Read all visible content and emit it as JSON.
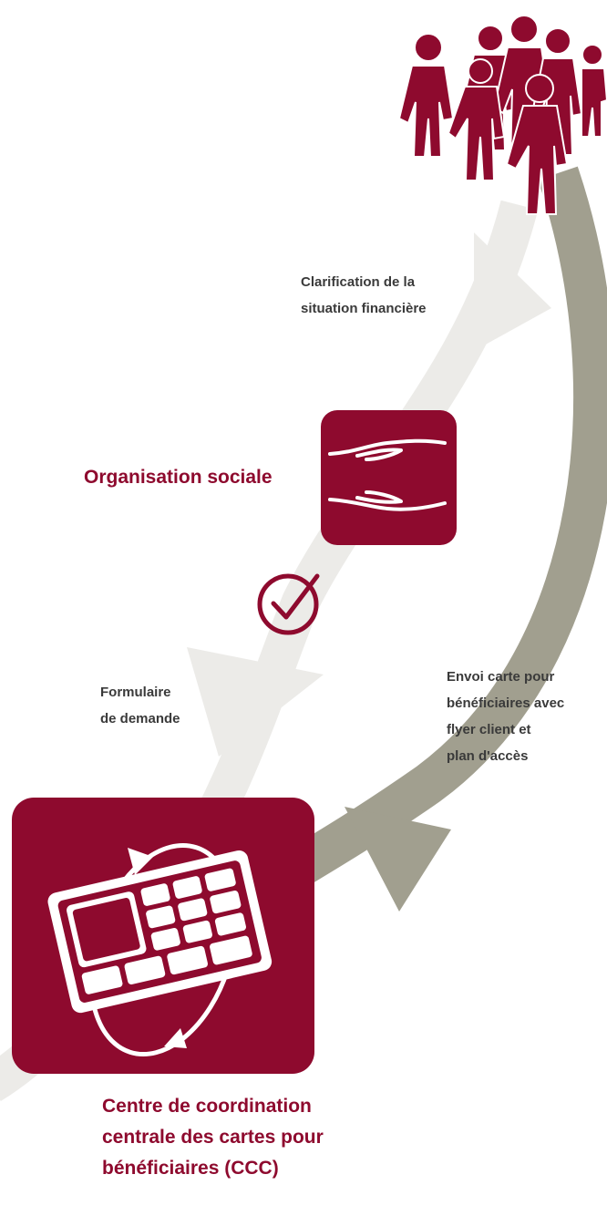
{
  "diagram": {
    "colors": {
      "accent": "#8e0a2e",
      "light_arrow": "#ecebe8",
      "dark_arrow": "#a19f8f",
      "text": "#3a3a3a",
      "white": "#ffffff"
    },
    "icons": [
      "people-group-icon",
      "hands-icon",
      "checkmark-circle-icon",
      "card-rotate-icon"
    ],
    "step_labels": {
      "clarification": "Clarification de la\nsituation financière",
      "form": "Formulaire\nde demande",
      "send": "Envoi carte pour\nbénéficiaires avec\nflyer client et\nplan d'accès"
    },
    "nodes": {
      "social_org": "Organisation sociale",
      "ccc": "Centre de coordination\ncentrale des cartes pour\nbénéficiaires (CCC)"
    }
  }
}
